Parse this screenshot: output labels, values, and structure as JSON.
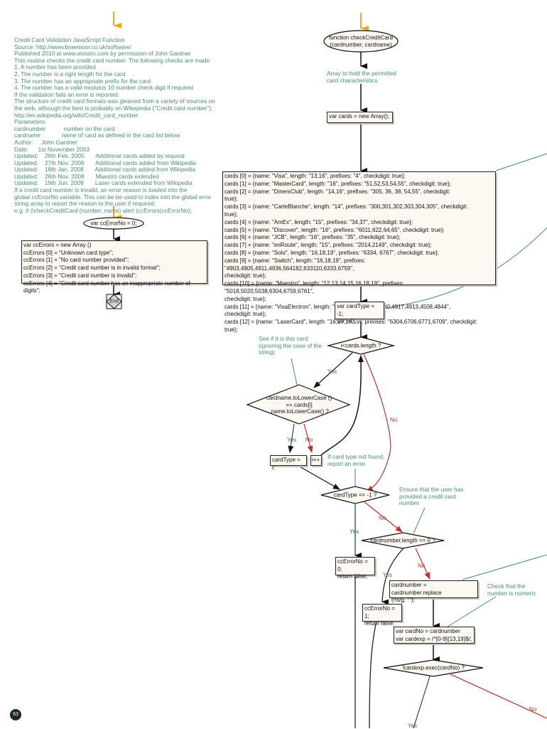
{
  "header_comment": {
    "lines": [
      "Credit Card Validation JavaScript Function",
      "Source: http://www.braemoor.co.uk/software/",
      "Published 2010 at www.aivosto.com by permission of John Gardner",
      "This routine checks the credit card number. The following checks are made:",
      "1. A number has been provided",
      "2. The number is a right length for the card",
      "3. The number has an appropriate prefix for the card",
      "4. The number has a valid modulus 10 number check digit if required",
      "If the validation fails an error is reported.",
      "The structure of credit card formats was gleaned from a variety of sources on",
      "the web, although the best is probably on Wikepedia (\"Credit card number\"):",
      "http://en.wikipedia.org/wiki/Credit_card_number",
      "Parameters:",
      "cardnumber           number on the card",
      "cardname             name of card as defined in the card list below",
      "Author:     John Gardner",
      "Date:      1st November 2003",
      "Updated:    26th Feb. 2005       Additional cards added by request",
      "Updated:    27th Nov. 2006       Additional cards added from Wikipedia",
      "Updated:    18th Jan. 2008       Additional cards added from Wikipedia",
      "Updated:    26th Nov. 2008       Maestro cards extended",
      "Updated:    19th Jun. 2009       Laser cards extended from Wikipedia",
      "If a credit card number is invalid, an error reason is loaded into the",
      "global ccErrorNo variable. This can be be used to index into the global error",
      "string array to report the reason to the user if required:",
      "e.g. if (!checkCreditCard (number, name) alert (ccErrors(ccErrorNo);"
    ]
  },
  "left_flow": {
    "start": "var ccErrorNo = 0;",
    "errors_box": [
      "var ccErrors = new Array ()",
      "ccErrors [0] = \"Unknown card type\";",
      "ccErrors [1] = \"No card number provided\";",
      "ccErrors [2] = \"Credit card number is in invalid format\";",
      "ccErrors [3] = \"Credit card number is invalid\";",
      "ccErrors [4] = \"Credit card number has an inappropriate number of digits\";"
    ],
    "end": "End"
  },
  "main_flow": {
    "start": "function checkCreditCard\n(cardnumber, cardname)",
    "comment_array": "Array to hold the permitted\ncard characteristics",
    "new_array": "var cards = new Array();",
    "cards_box": [
      "cards [0] = {name: \"Visa\", length: \"13,16\", prefixes: \"4\", checkdigit: true};",
      "cards [1] = {name: \"MasterCard\", length: \"16\", prefixes: \"51,52,53,54,55\", checkdigit: true};",
      "cards [2] = {name: \"DinersClub\", length: \"14,16\", prefixes: \"305, 36, 38, 54,55\", checkdigit:",
      "true};",
      "cards [3] = {name: \"CarteBlanche\", length: \"14\", prefixes: \"300,301,302,303,304,305\", checkdigit:",
      "true};",
      "cards [4] = {name: \"AmEx\", length: \"15\", prefixes: \"34,37\", checkdigit: true};",
      "cards [5] = {name: \"Discover\", length: \"16\", prefixes: \"6011,622,64,65\", checkdigit: true};",
      "cards [6] = {name: \"JCB\", length: \"16\", prefixes: \"35\", checkdigit: true};",
      "cards [7] = {name: \"enRoute\", length: \"15\", prefixes: \"2014,2149\", checkdigit: true};",
      "cards [8] = {name: \"Solo\", length: \"16,18,19\", prefixes: \"6334, 6767\", checkdigit: true};",
      "cards [9] = {name: \"Switch\", length: \"16,18,19\", prefixes: \"4903,4905,4911,4936,564182,633110,6333,6759\",",
      "checkdigit: true};",
      "cards [10] = {name: \"Maestro\", length: \"12,13,14,15,16,18,19\", prefixes: \"5018,5020,5038,6304,6759,6761\",",
      "checkdigit: true};",
      "cards [11] = {name: \"VisaElectron\", length: \"16\", prefixes: \"417500,4917,4913,4508,4844\",",
      "checkdigit: true};",
      "cards [12] = {name: \"LaserCard\", length: \"16,17,18,19\", prefixes: \"6304,6706,6771,6709\", checkdigit:",
      "true};"
    ],
    "init_box": "var cardType = -1;\nvar i=0",
    "loop_decision": "i<cards.length ?",
    "comment_see": "See if it is this card\n(ignoring the case of the\nstring)",
    "name_decision": "cardname.toLowerCase ()\n== cards[i]\n.name.toLowerCase() ?",
    "set_type_box": "cardType = i;",
    "increment_box": "i++",
    "comment_not_found": "If card type not found,\nreport an error",
    "type_decision": "cardType == -1 ?",
    "comment_ensure": "Ensure that the user has\nprovided a credit card\nnumber",
    "length_decision": "cardnumber.length == 0 ?",
    "error0_box": "ccErrorNo = 0;\nreturn false;",
    "replace_box": "cardnumber = cardnumber.replace\n(/\\s/g, \"\");",
    "comment_numeric": "Check that the\nnumber is numeric",
    "error1_box": "ccErrorNo = 1;\nreturn false;",
    "regex_box": "var cardNo = cardnumber\nvar cardexp = /^[0-9]{13,19}$/;",
    "exec_decision": "!cardexp.exec(cardNo) ?"
  },
  "edge_labels": {
    "yes": "Yes",
    "no": "No"
  },
  "page_number": "63",
  "colors": {
    "entry_arrow": "#f5a623",
    "flow_line": "#111111",
    "no_line": "#c0302a",
    "comment_line": "#4a8a72",
    "comment_text": "#4a8a72",
    "box_fill": "#fcf8f2"
  }
}
